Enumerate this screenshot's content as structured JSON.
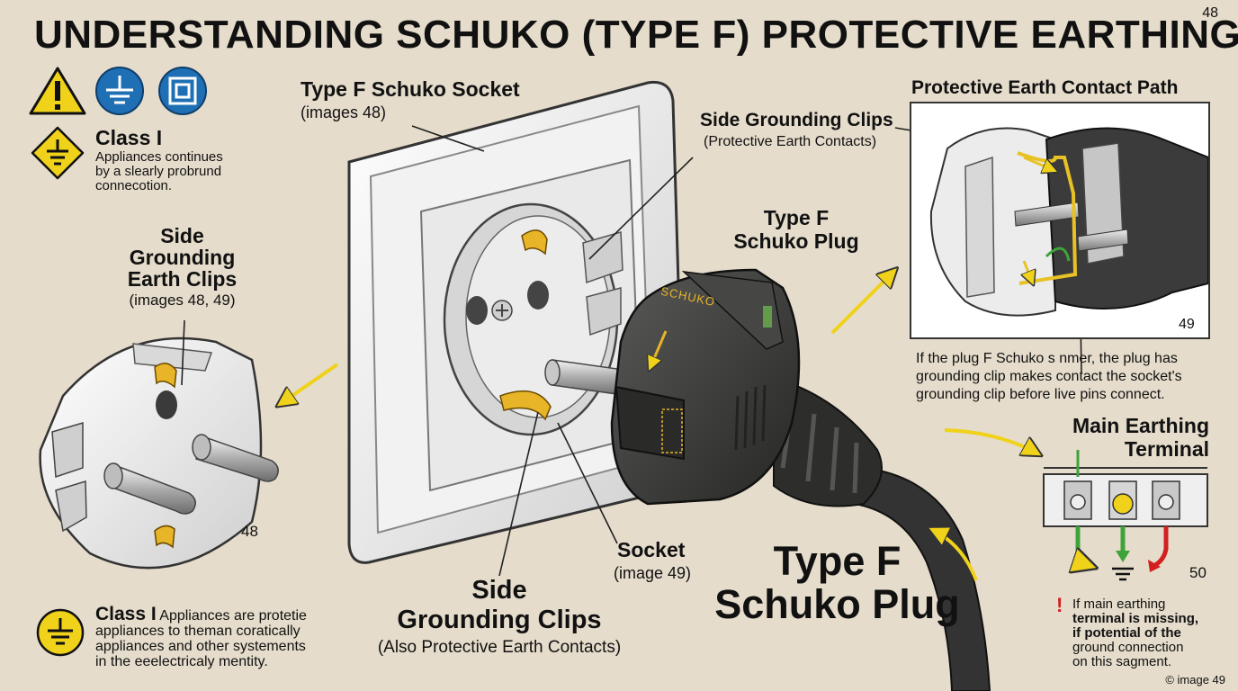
{
  "title": "UNDERSTANDING SCHUKO (TYPE F) PROTECTIVE EARTHING",
  "page_number": "48",
  "icons": [
    "warning-icon",
    "earth-symbol-icon",
    "double-insulation-icon",
    "earth-warning-icon",
    "earth-circle-icon"
  ],
  "class1_top": {
    "heading": "Class I",
    "body_lines": [
      "Appliances continues",
      "by a slearly probrund",
      "connecotion."
    ]
  },
  "side_clips_left": {
    "lines": [
      "Side",
      "Grounding",
      "Earth Clips"
    ],
    "sub": "(images 48, 49)",
    "num": "48"
  },
  "socket_label": {
    "title": "Type F Schuko Socket",
    "sub": "(images 48)"
  },
  "side_clips_top": {
    "title": "Side Grounding Clips",
    "sub": "(Protective Earth Contacts)"
  },
  "plug_label_small": {
    "lines": [
      "Type F",
      "Schuko Plug"
    ]
  },
  "plug_brand": "SCHUKO",
  "inset": {
    "title": "Protective Earth Contact Path",
    "num": "49",
    "caption_lines": [
      "If the plug F Schuko s nmer, the plug has",
      "grounding clip makes contact the socket's",
      "grounding clip before  live pins connect."
    ]
  },
  "main_terminal": {
    "lines": [
      "Main Earthing",
      "Terminal"
    ],
    "num": "50"
  },
  "socket_small": {
    "title": "Socket",
    "sub": "(image 49)"
  },
  "side_clips_bottom": {
    "lines": [
      "Side",
      "Grounding Clips"
    ],
    "sub": "(Also Protective Earth Contacts)"
  },
  "plug_label_big": {
    "lines": [
      "Type F",
      "Schuko Plug"
    ]
  },
  "class1_bottom": {
    "heading": "Class I",
    "body_first": "Appliances are protetie",
    "body_lines": [
      "appliances to theman coratically",
      "appliances and other systements",
      "in the eeelectricaly mentity."
    ]
  },
  "warning_note": {
    "mark": "!",
    "lines": [
      "If main earthing",
      "terminal is missing,",
      "if potential  of the",
      "ground connection",
      "on this sagment."
    ]
  },
  "credit": "© image 49",
  "colors": {
    "background": "#e5dccb",
    "accent_yellow": "#f0d21a",
    "earth_green": "#3fa33a",
    "blue_icon": "#1f6fb5",
    "warning_red": "#d21f1f",
    "plug_body": "#3a3b3a"
  }
}
